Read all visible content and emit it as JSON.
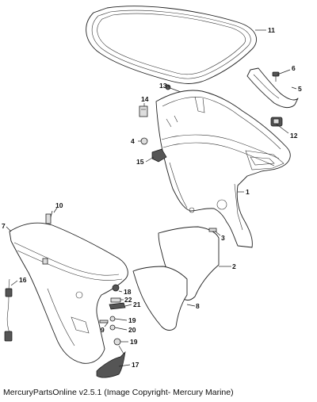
{
  "caption": "MercuryPartsOnline v2.5.1 (Image Copyright- Mercury Marine)",
  "callouts": {
    "c1": "1",
    "c2": "2",
    "c3": "3",
    "c4": "4",
    "c5": "5",
    "c6": "6",
    "c7": "7",
    "c8": "8",
    "c9": "9",
    "c10": "10",
    "c11": "11",
    "c12": "12",
    "c13": "13",
    "c14": "14",
    "c15": "15",
    "c16": "16",
    "c17": "17",
    "c18": "18",
    "c19a": "19",
    "c19b": "19",
    "c20": "20",
    "c21": "21",
    "c22": "22"
  }
}
